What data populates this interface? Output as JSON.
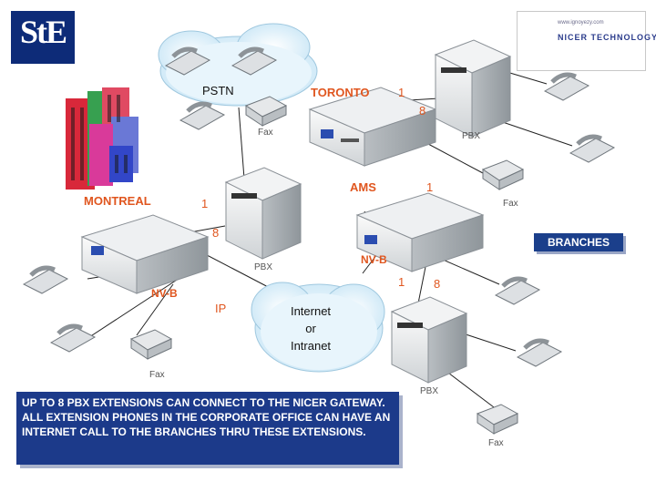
{
  "logo": {
    "text": "StE"
  },
  "brand": {
    "url": "www.ignoyezy.com",
    "name": "NICER TECHNOLOGY"
  },
  "sites": {
    "pstn": "PSTN",
    "toronto": "TORONTO",
    "montreal": "MONTREAL",
    "ams": "AMS",
    "branches": "BRANCHES"
  },
  "ports": {
    "toronto_1": "1",
    "toronto_8": "8",
    "montreal_1": "1",
    "montreal_8": "8",
    "ams_1": "1",
    "nvb_1": "1",
    "nvb_8": "8"
  },
  "gateways": {
    "nvb_right": "NV-B",
    "nvb_left": "NV-B"
  },
  "devices": {
    "pbx_toronto": "PBX",
    "pbx_montreal": "PBX",
    "pbx_branch": "PBX",
    "fax_top": "Fax",
    "fax_right": "Fax",
    "fax_left": "Fax",
    "fax_branch": "Fax"
  },
  "network": {
    "ip": "IP",
    "line1": "Internet",
    "line2": "or",
    "line3": "Intranet"
  },
  "note": "UP TO 8 PBX EXTENSIONS CAN CONNECT TO THE NICER GATEWAY. ALL EXTENSION PHONES IN THE CORPORATE OFFICE CAN HAVE AN INTERNET CALL TO THE BRANCHES THRU THESE EXTENSIONS."
}
